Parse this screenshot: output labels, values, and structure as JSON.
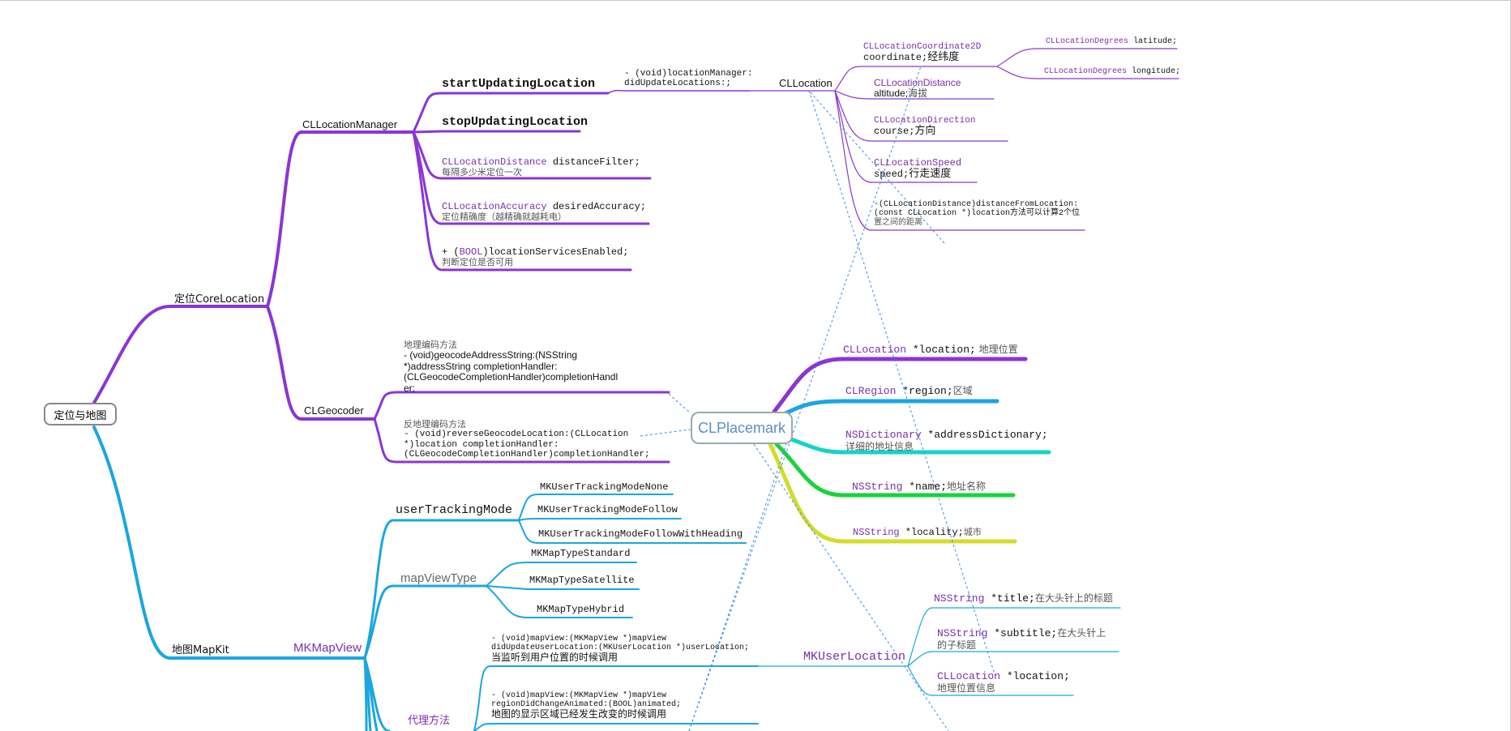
{
  "root": "定位与地图",
  "core": {
    "label": "定位CoreLocation",
    "manager": {
      "label": "CLLocationManager",
      "start": "startUpdatingLocation",
      "stop": "stopUpdatingLocation",
      "didUpdate_1": "- (void)locationManager:",
      "didUpdate_2": "didUpdateLocations:;",
      "filter_type": "CLLocationDistance",
      "filter_rest": " distanceFilter;",
      "filter_desc": "每隔多少米定位一次",
      "acc_type": "CLLocationAccuracy",
      "acc_rest": " desiredAccuracy;",
      "acc_desc": "定位精确度（越精确就越耗电）",
      "enabled_1": "+ (",
      "enabled_kw": "BOOL",
      "enabled_2": ")locationServicesEnabled;",
      "enabled_desc": "判断定位是否可用"
    },
    "location": {
      "label": "CLLocation",
      "coord_type": "CLLocationCoordinate2D",
      "coord_name": "coordinate;",
      "coord_desc": "经纬度",
      "lat_type": "CLLocationDegrees",
      "lat_name": " latitude;",
      "lon_type": "CLLocationDegrees",
      "lon_name": " longitude;",
      "alt_type": "CLLocationDistance",
      "alt_name": "altitude;",
      "alt_desc": "海拔",
      "course_type": "CLLocationDirection",
      "course_name": "course;",
      "course_desc": "方向",
      "speed_type": "CLLocationSpeed",
      "speed_name": "speed;",
      "speed_desc": "行走速度",
      "dist_1": "-(CLLocationDistance)distanceFromLocation:",
      "dist_2": "(const CLLocation *)location方法可以计算2个位",
      "dist_3": "置之间的距离"
    },
    "geocoder": {
      "label": "CLGeocoder",
      "geo_title": "地理编码方法",
      "geo_1": "- (void)geocodeAddressString:(NSString",
      "geo_2": "*)addressString completionHandler:",
      "geo_3": "(CLGeocodeCompletionHandler)completionHandl",
      "geo_4": "er;",
      "rev_title": "反地理编码方法",
      "rev_1": "- (void)reverseGeocodeLocation:(CLLocation",
      "rev_2": "*)location completionHandler:",
      "rev_3": "(CLGeocodeCompletionHandler)completionHandler;"
    }
  },
  "placemark": {
    "label": "CLPlacemark",
    "loc_type": "CLLocation",
    "loc_name": " *location;",
    "loc_desc": " 地理位置",
    "region_type": "CLRegion",
    "region_name": " *region;",
    "region_desc": "区域",
    "dict_type": "NSDictionary",
    "dict_name": " *addressDictionary;",
    "dict_desc": "详细的地址信息",
    "name_type": "NSString",
    "name_name": " *name;",
    "name_desc": "地址名称",
    "locality_type": "NSString",
    "locality_name": " *locality;",
    "locality_desc": "城市"
  },
  "mapkit": {
    "label": "地图MapKit",
    "mapview": "MKMapView",
    "tracking": {
      "label": "userTrackingMode",
      "none": "MKUserTrackingModeNone",
      "follow": "MKUserTrackingModeFollow",
      "heading": "MKUserTrackingModeFollowWithHeading"
    },
    "maptype": {
      "label": "mapViewType",
      "standard": "MKMapTypeStandard",
      "satellite": "MKMapTypeSatellite",
      "hybrid": "MKMapTypeHybrid"
    },
    "delegate": {
      "label": "代理方法",
      "d1_1": "- (void)mapView:(MKMapView *)mapView",
      "d1_2": "didUpdateUserLocation:(MKUserLocation *)userLocation;",
      "d1_3": "当监听到用户位置的时候调用",
      "d2_1": "- (void)mapView:(MKMapView *)mapView",
      "d2_2": "regionDidChangeAnimated:(BOOL)animated;",
      "d2_3": "地图的显示区域已经发生改变的时候调用"
    },
    "userlocation": {
      "label": "MKUserLocation",
      "title_type": "NSString",
      "title_name": " *title;",
      "title_desc": "在大头针上的标题",
      "sub_type": "NSString",
      "sub_name": " *subtitle;",
      "sub_desc": "在大头针上",
      "sub_desc2": "的子标题",
      "loc_type": "CLLocation",
      "loc_name": " *location;",
      "loc_desc": "地理位置信息"
    }
  },
  "colors": {
    "purple": "#8a35d6",
    "blue": "#1aa6e0",
    "teal": "#16d3c6",
    "green": "#19d23c",
    "yellow": "#d3dc2a",
    "dash": "#3a8ee8"
  }
}
